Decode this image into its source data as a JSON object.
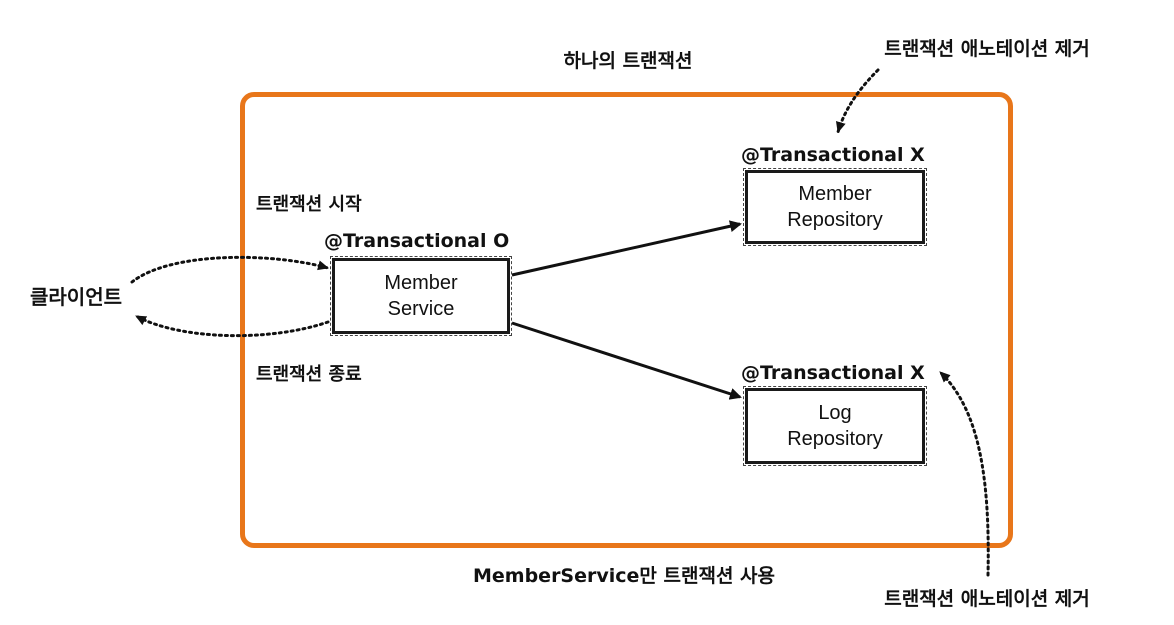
{
  "transaction_box": {
    "title": "하나의 트랜잭션",
    "caption": "MemberService만 트랜잭션 사용",
    "border_color": "#e8761a"
  },
  "client": {
    "label": "클라이언트",
    "start_label": "트랜잭션 시작",
    "end_label": "트랜잭션 종료"
  },
  "member_service": {
    "annotation": "@Transactional O",
    "name_line1": "Member",
    "name_line2": "Service"
  },
  "member_repository": {
    "annotation": "@Transactional X",
    "name_line1": "Member",
    "name_line2": "Repository",
    "note": "트랜잭션 애노테이션 제거"
  },
  "log_repository": {
    "annotation": "@Transactional X",
    "name_line1": "Log",
    "name_line2": "Repository",
    "note": "트랜잭션 애노테이션 제거"
  }
}
